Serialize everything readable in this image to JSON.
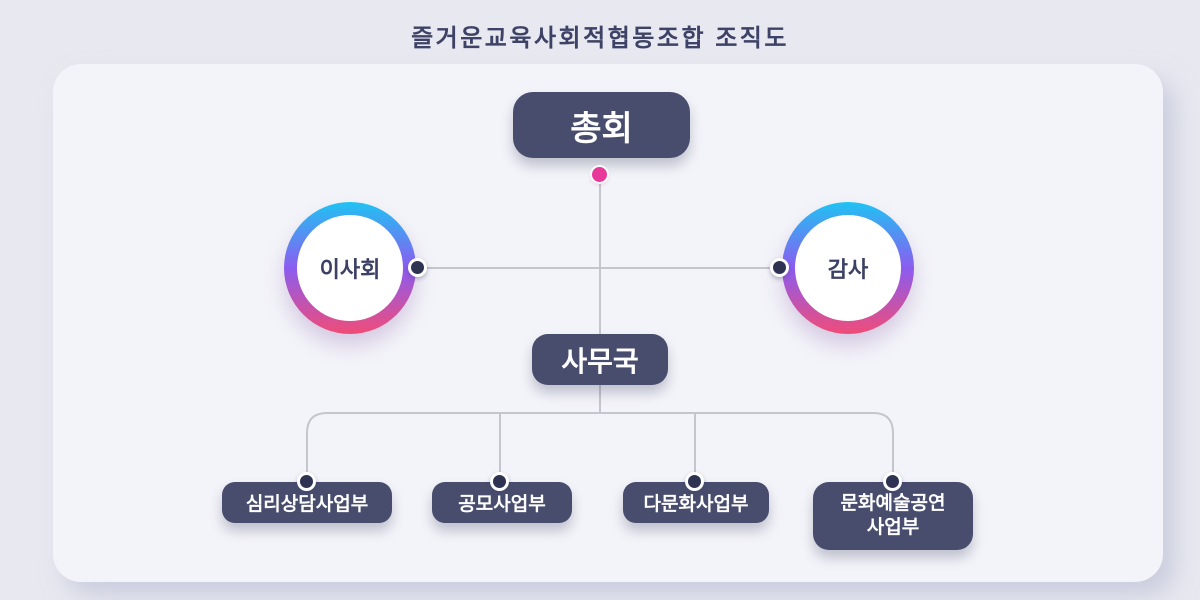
{
  "title": "즐거운교육사회적협동조합  조직도",
  "org": {
    "root": {
      "label": "총회"
    },
    "board": {
      "label": "이사회"
    },
    "auditor": {
      "label": "감사"
    },
    "office": {
      "label": "사무국"
    },
    "departments": [
      {
        "label": "심리상담사업부"
      },
      {
        "label": "공모사업부"
      },
      {
        "label": "다문화사업부"
      },
      {
        "label": "문화예술공연 사업부",
        "lines": [
          "문화예술공연",
          "사업부"
        ]
      }
    ]
  },
  "colors": {
    "page_bg": "#e8e9f0",
    "card_bg": "#f3f4f9",
    "title_text": "#3d4266",
    "node_fill": "#484d6e",
    "node_text": "#ffffff",
    "circle_text": "#3c4164",
    "ring_gradient_top": "#1fc3f3",
    "ring_gradient_mid": "#8b5cf0",
    "ring_gradient_bottom": "#f04c78",
    "connector_line": "#c5c5cd",
    "accent_dot_pink": "#e8389a",
    "connector_dot_navy": "#2e3352"
  }
}
